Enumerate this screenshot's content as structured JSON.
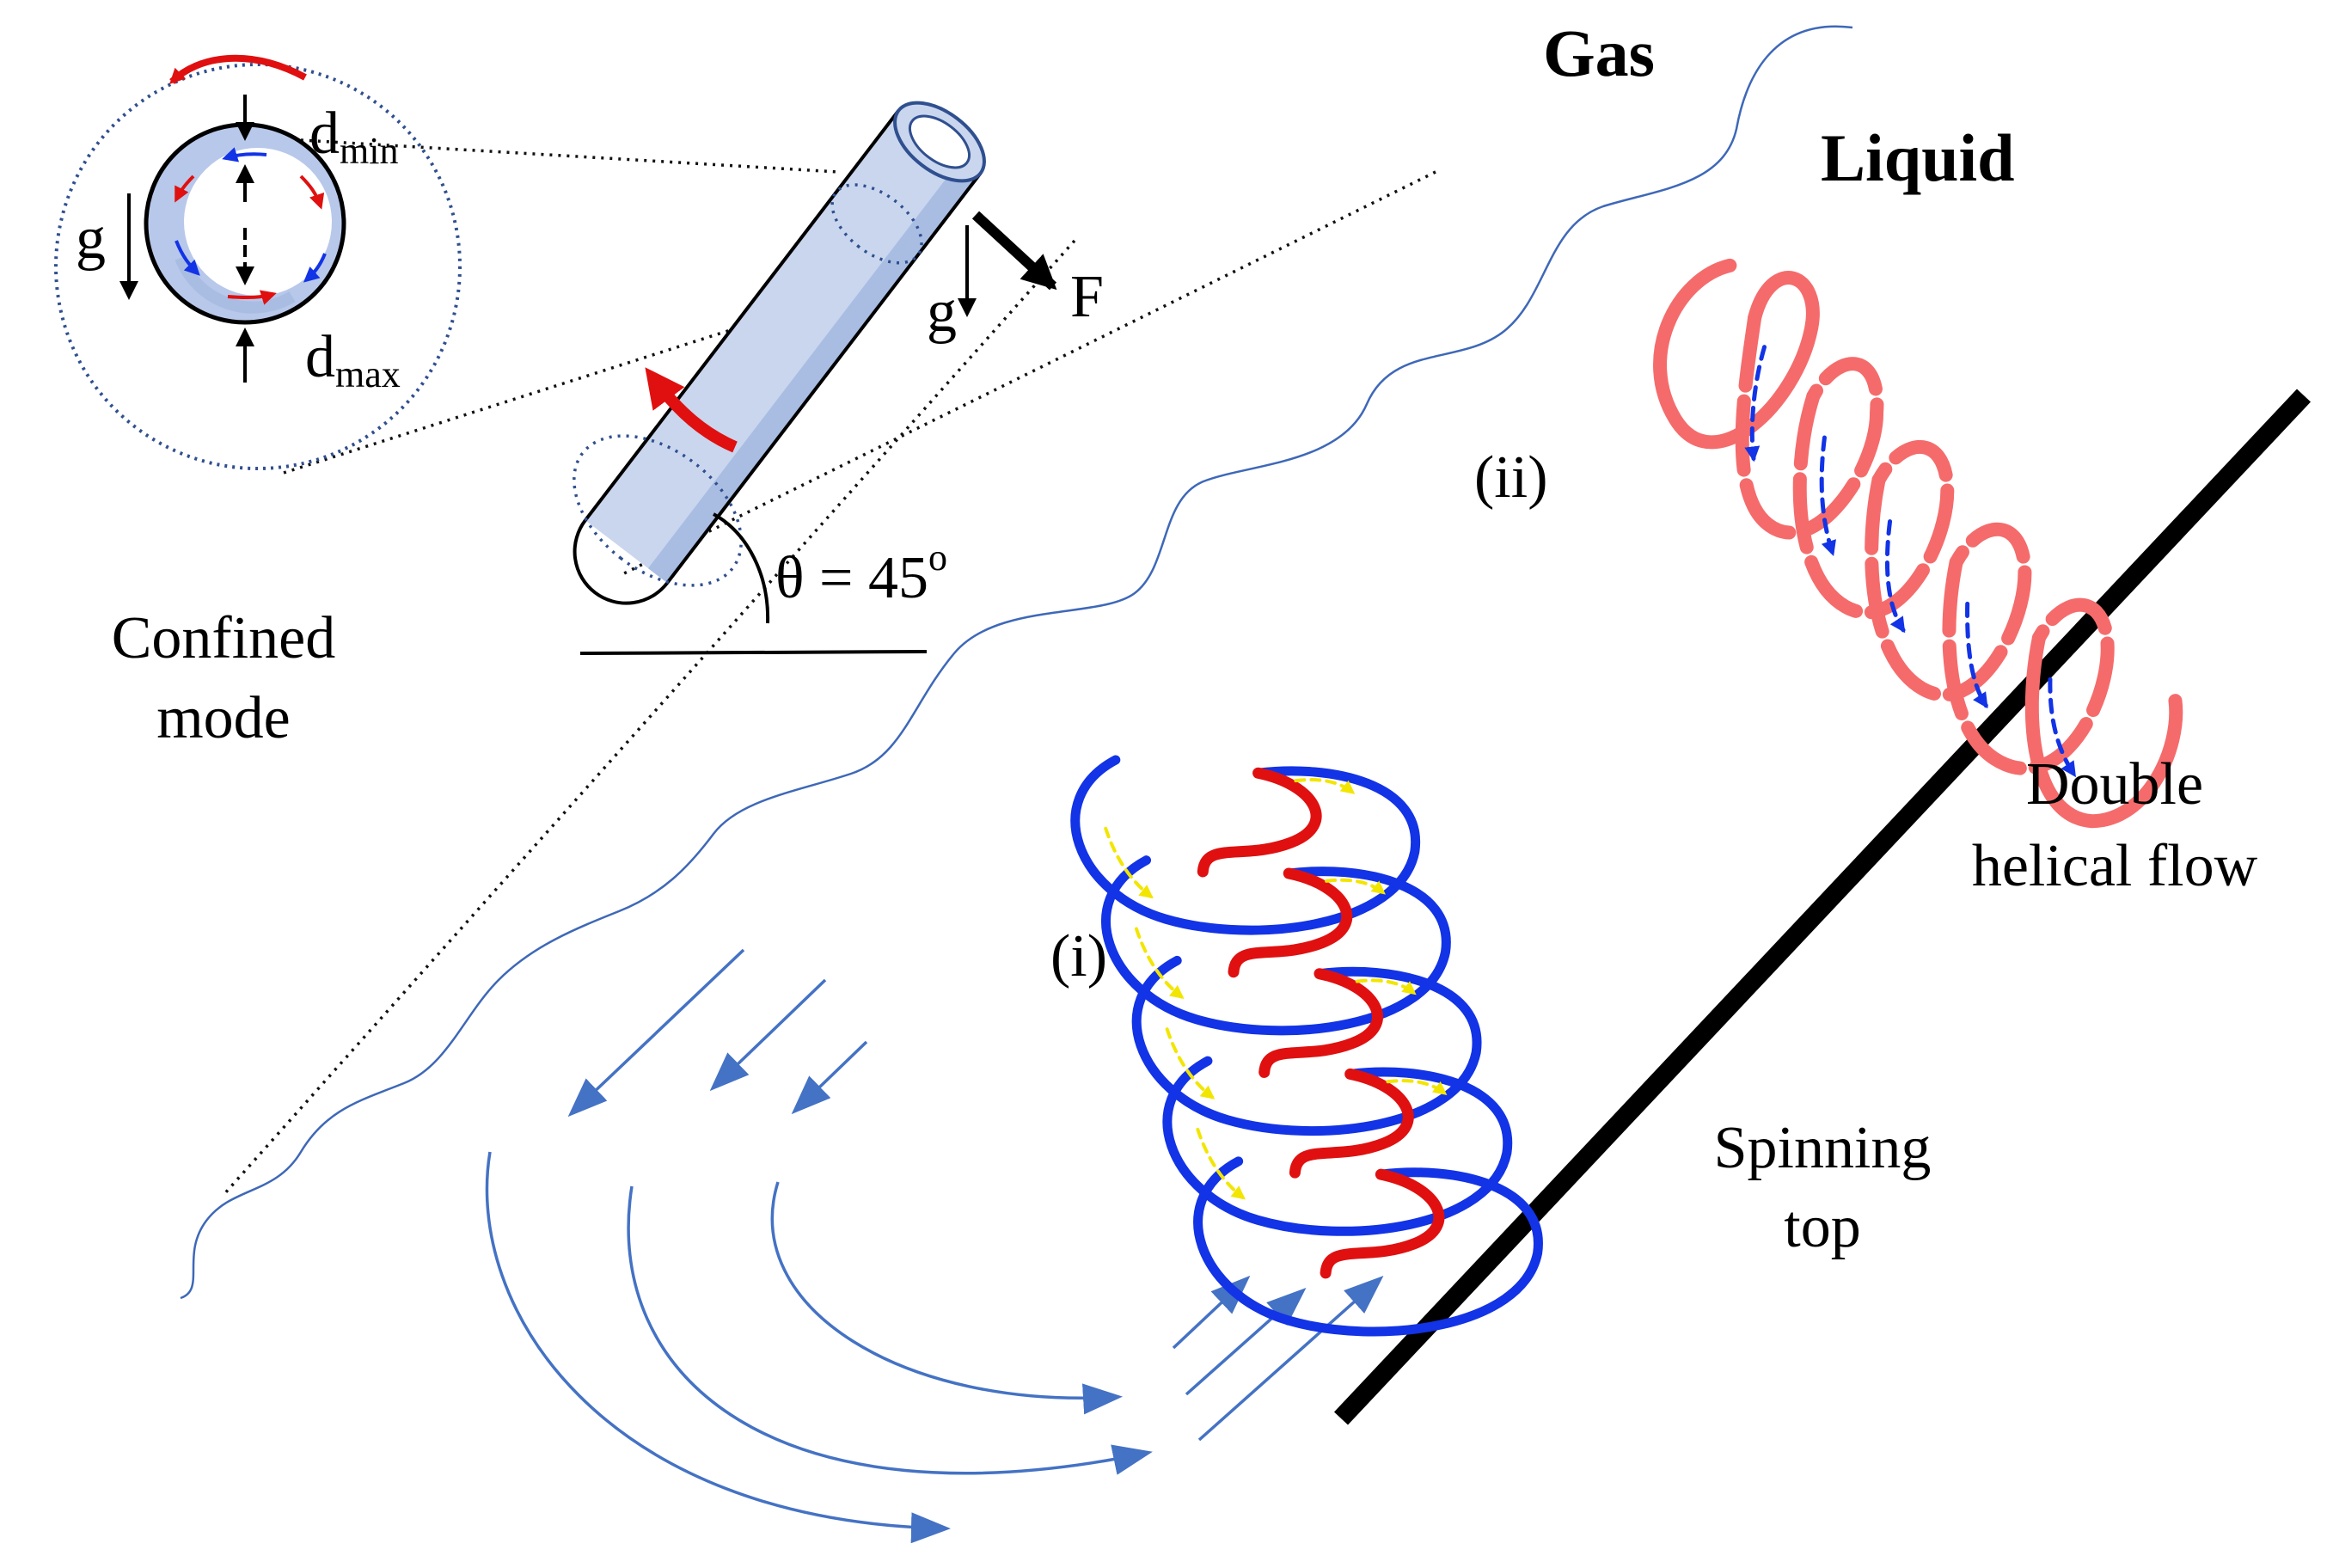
{
  "labels": {
    "gas": "Gas",
    "liquid": "Liquid",
    "confined_mode_line1": "Confined",
    "confined_mode_line2": "mode",
    "double_helical_line1": "Double",
    "double_helical_line2": "helical flow",
    "spinning_top_line1": "Spinning",
    "spinning_top_line2": "top",
    "helix_i": "(i)",
    "helix_ii": "(ii)",
    "angle": "θ = 45",
    "angle_sup": "o",
    "force": "F",
    "gravity_tube": "g",
    "gravity_inset": "g",
    "d_min_main": "d",
    "d_min_sub": "min",
    "d_max_main": "d",
    "d_max_sub": "max"
  },
  "colors": {
    "tube_fill": "#c9d6ee",
    "tube_band": "#a9bde3",
    "helix_blue": "#1233e6",
    "helix_red": "#e01010",
    "helix_pink": "#f56b6b",
    "flow_arrows": "#4472c4",
    "interface": "#3e68b8",
    "wall": "#000000",
    "rotation_arrow": "#e01010",
    "inset_outline": "#2f4f8f"
  }
}
